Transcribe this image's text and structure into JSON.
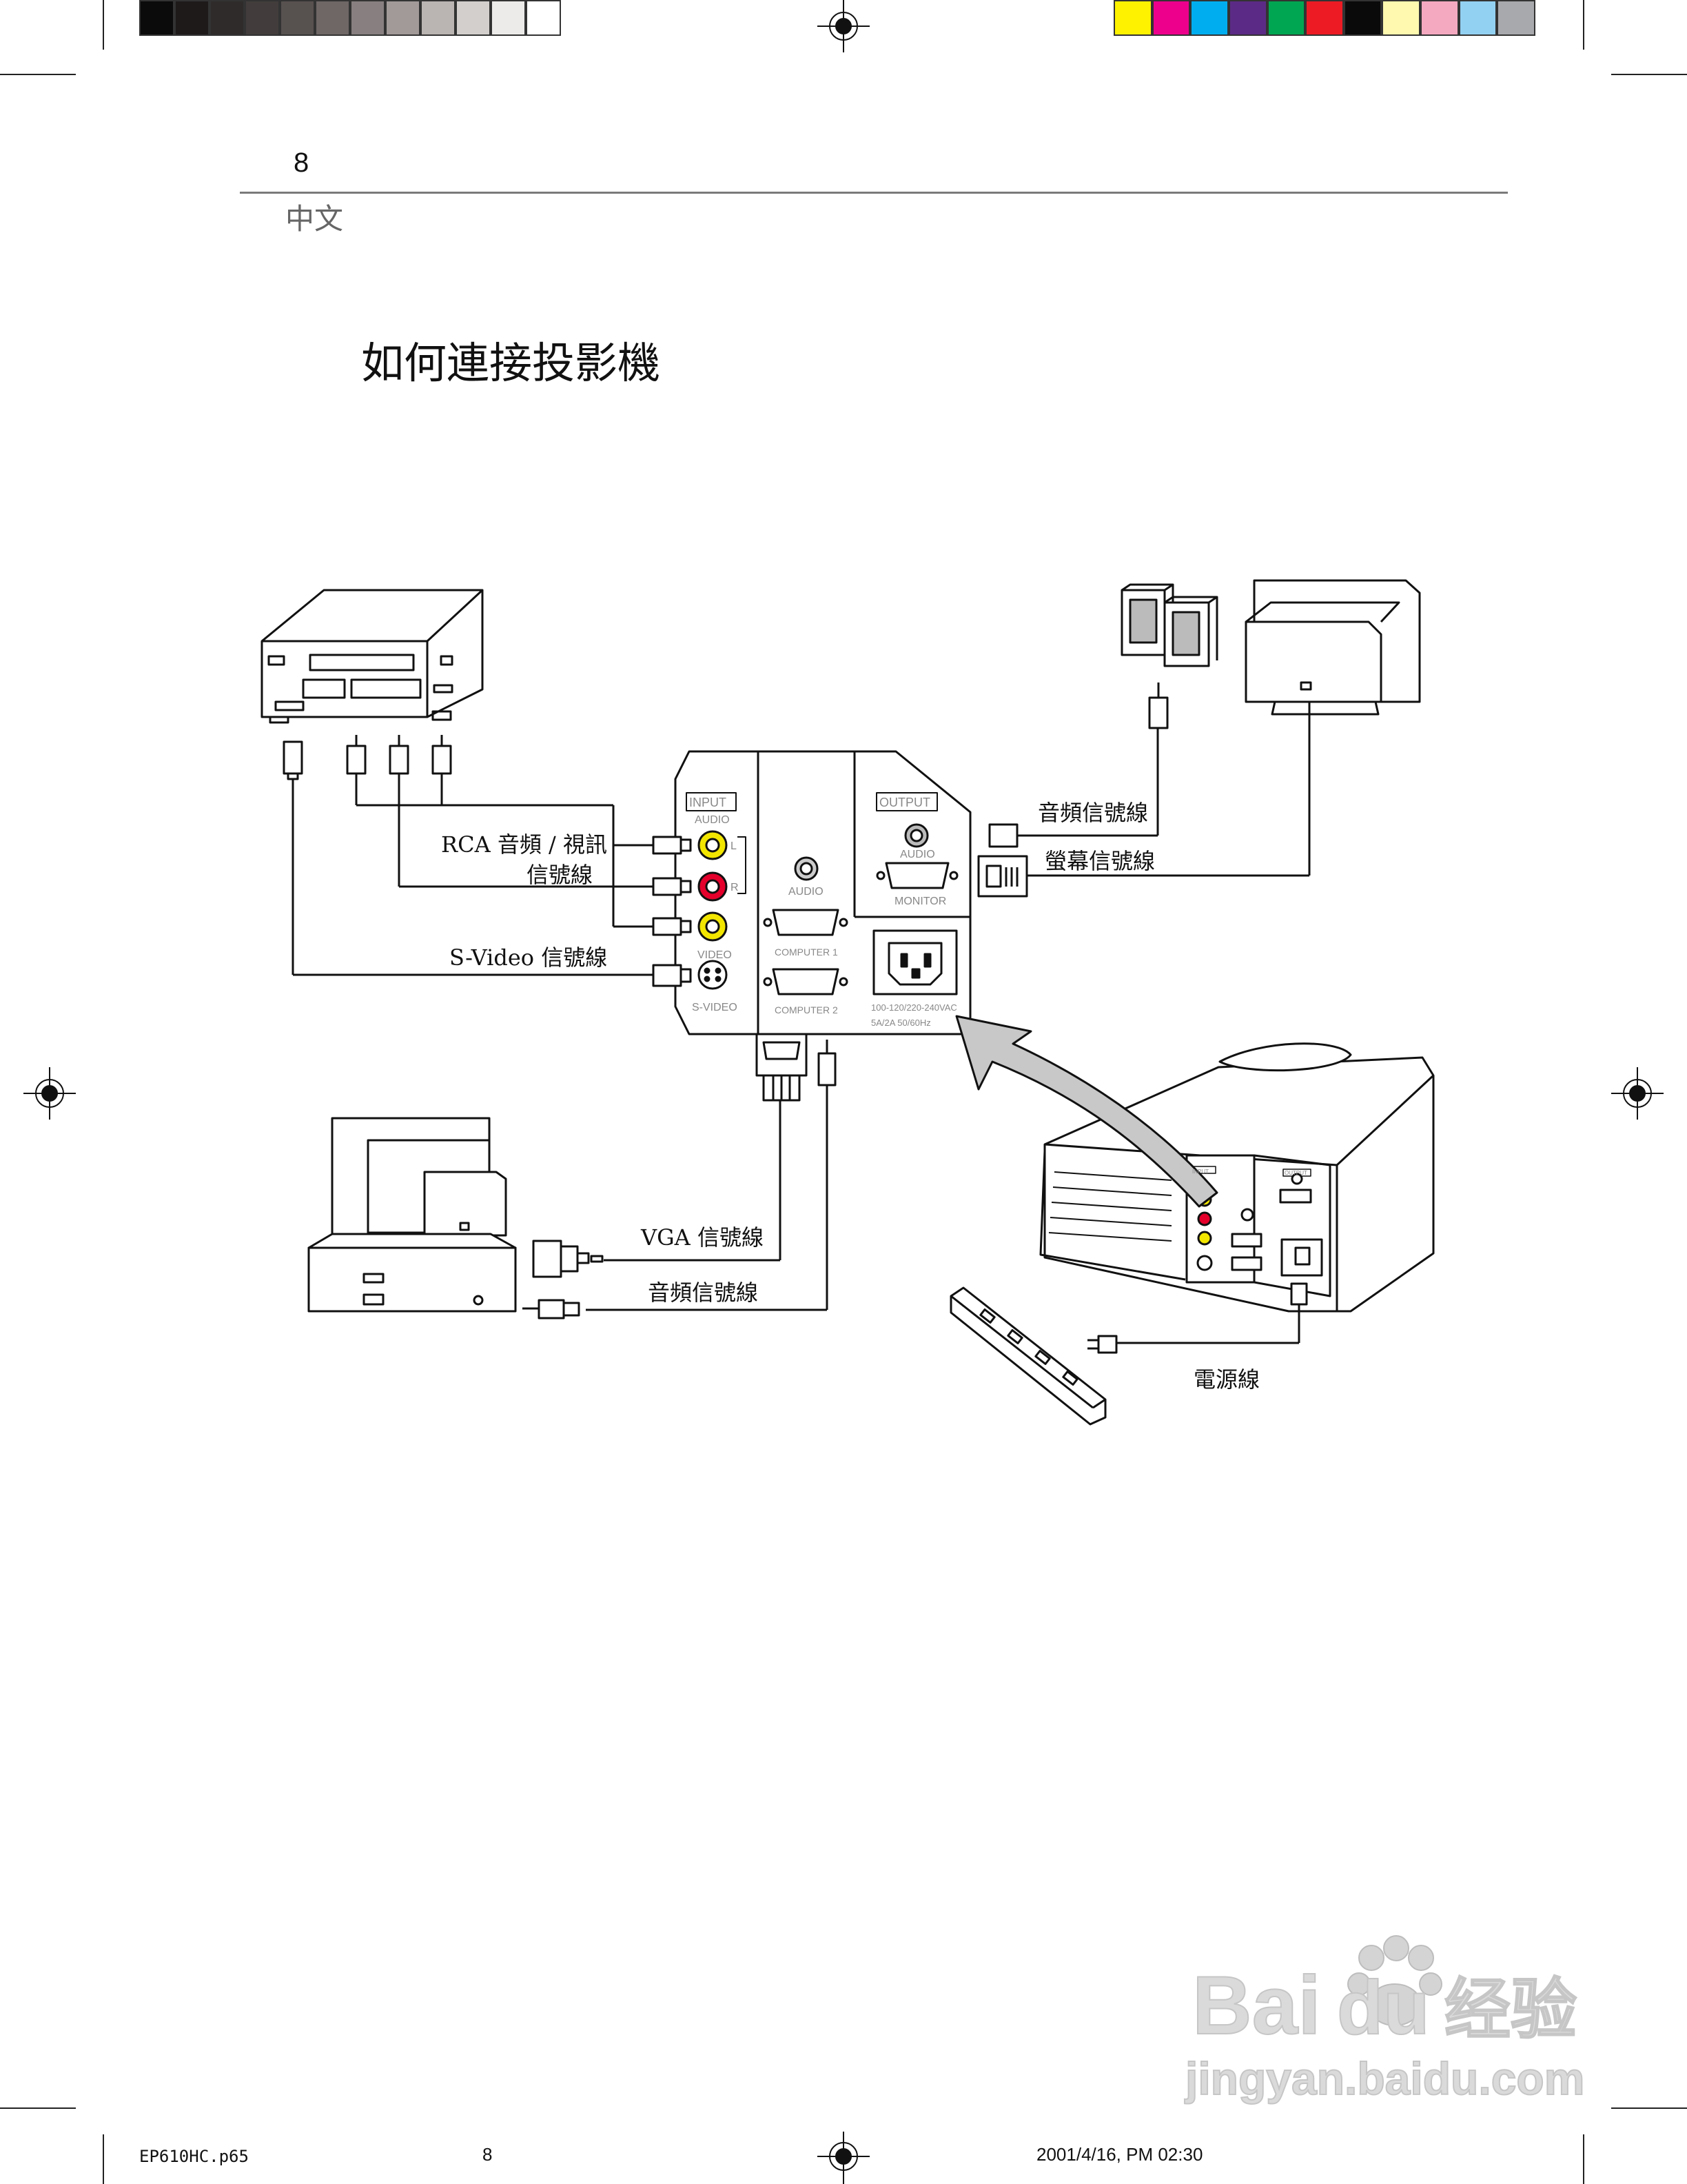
{
  "header": {
    "page_number": "8",
    "language": "中文"
  },
  "section_title": "如何連接投影機",
  "calibration": {
    "gray_swatches": [
      "#0b0b0b",
      "#1e1a1a",
      "#2f2b2b",
      "#423d3c",
      "#575150",
      "#6e6766",
      "#888080",
      "#a19a98",
      "#bab4b2",
      "#d3cfcd",
      "#ecebea",
      "#ffffff"
    ],
    "color_swatches": [
      "#fff200",
      "#ec008c",
      "#00aeef",
      "#5b2a86",
      "#00a651",
      "#ed1c24",
      "#0a0a0a",
      "#fff9b0",
      "#f5a9c0",
      "#93d1f2",
      "#a7a9ac"
    ]
  },
  "labels": {
    "rca": "RCA 音頻 / 視訊",
    "rca_line2": "信號線",
    "svideo": "S-Video 信號線",
    "audio_out": "音頻信號線",
    "monitor_out": "螢幕信號線",
    "vga": "VGA 信號線",
    "audio_in": "音頻信號線",
    "power": "電源線"
  },
  "panel": {
    "input": "INPUT",
    "output": "OUTPUT",
    "audio_top": "AUDIO",
    "l": "L",
    "r": "R",
    "video": "VIDEO",
    "svideo": "S-VIDEO",
    "audio_mid": "AUDIO",
    "computer1": "COMPUTER 1",
    "computer2": "COMPUTER 2",
    "audio_out": "AUDIO",
    "monitor": "MONITOR",
    "voltage": "100-120/220-240VAC",
    "rating": "5A/2A    50/60Hz"
  },
  "mini_panel": {
    "input": "INPUT",
    "output": "OUTPUT"
  },
  "footer": {
    "file": "EP610HC.p65",
    "page": "8",
    "timestamp": "2001/4/16, PM 02:30"
  },
  "watermark": {
    "brand_text": "Bai",
    "brand_text2": "du",
    "brand_cn": "经验",
    "url": "jingyan.baidu.com"
  }
}
